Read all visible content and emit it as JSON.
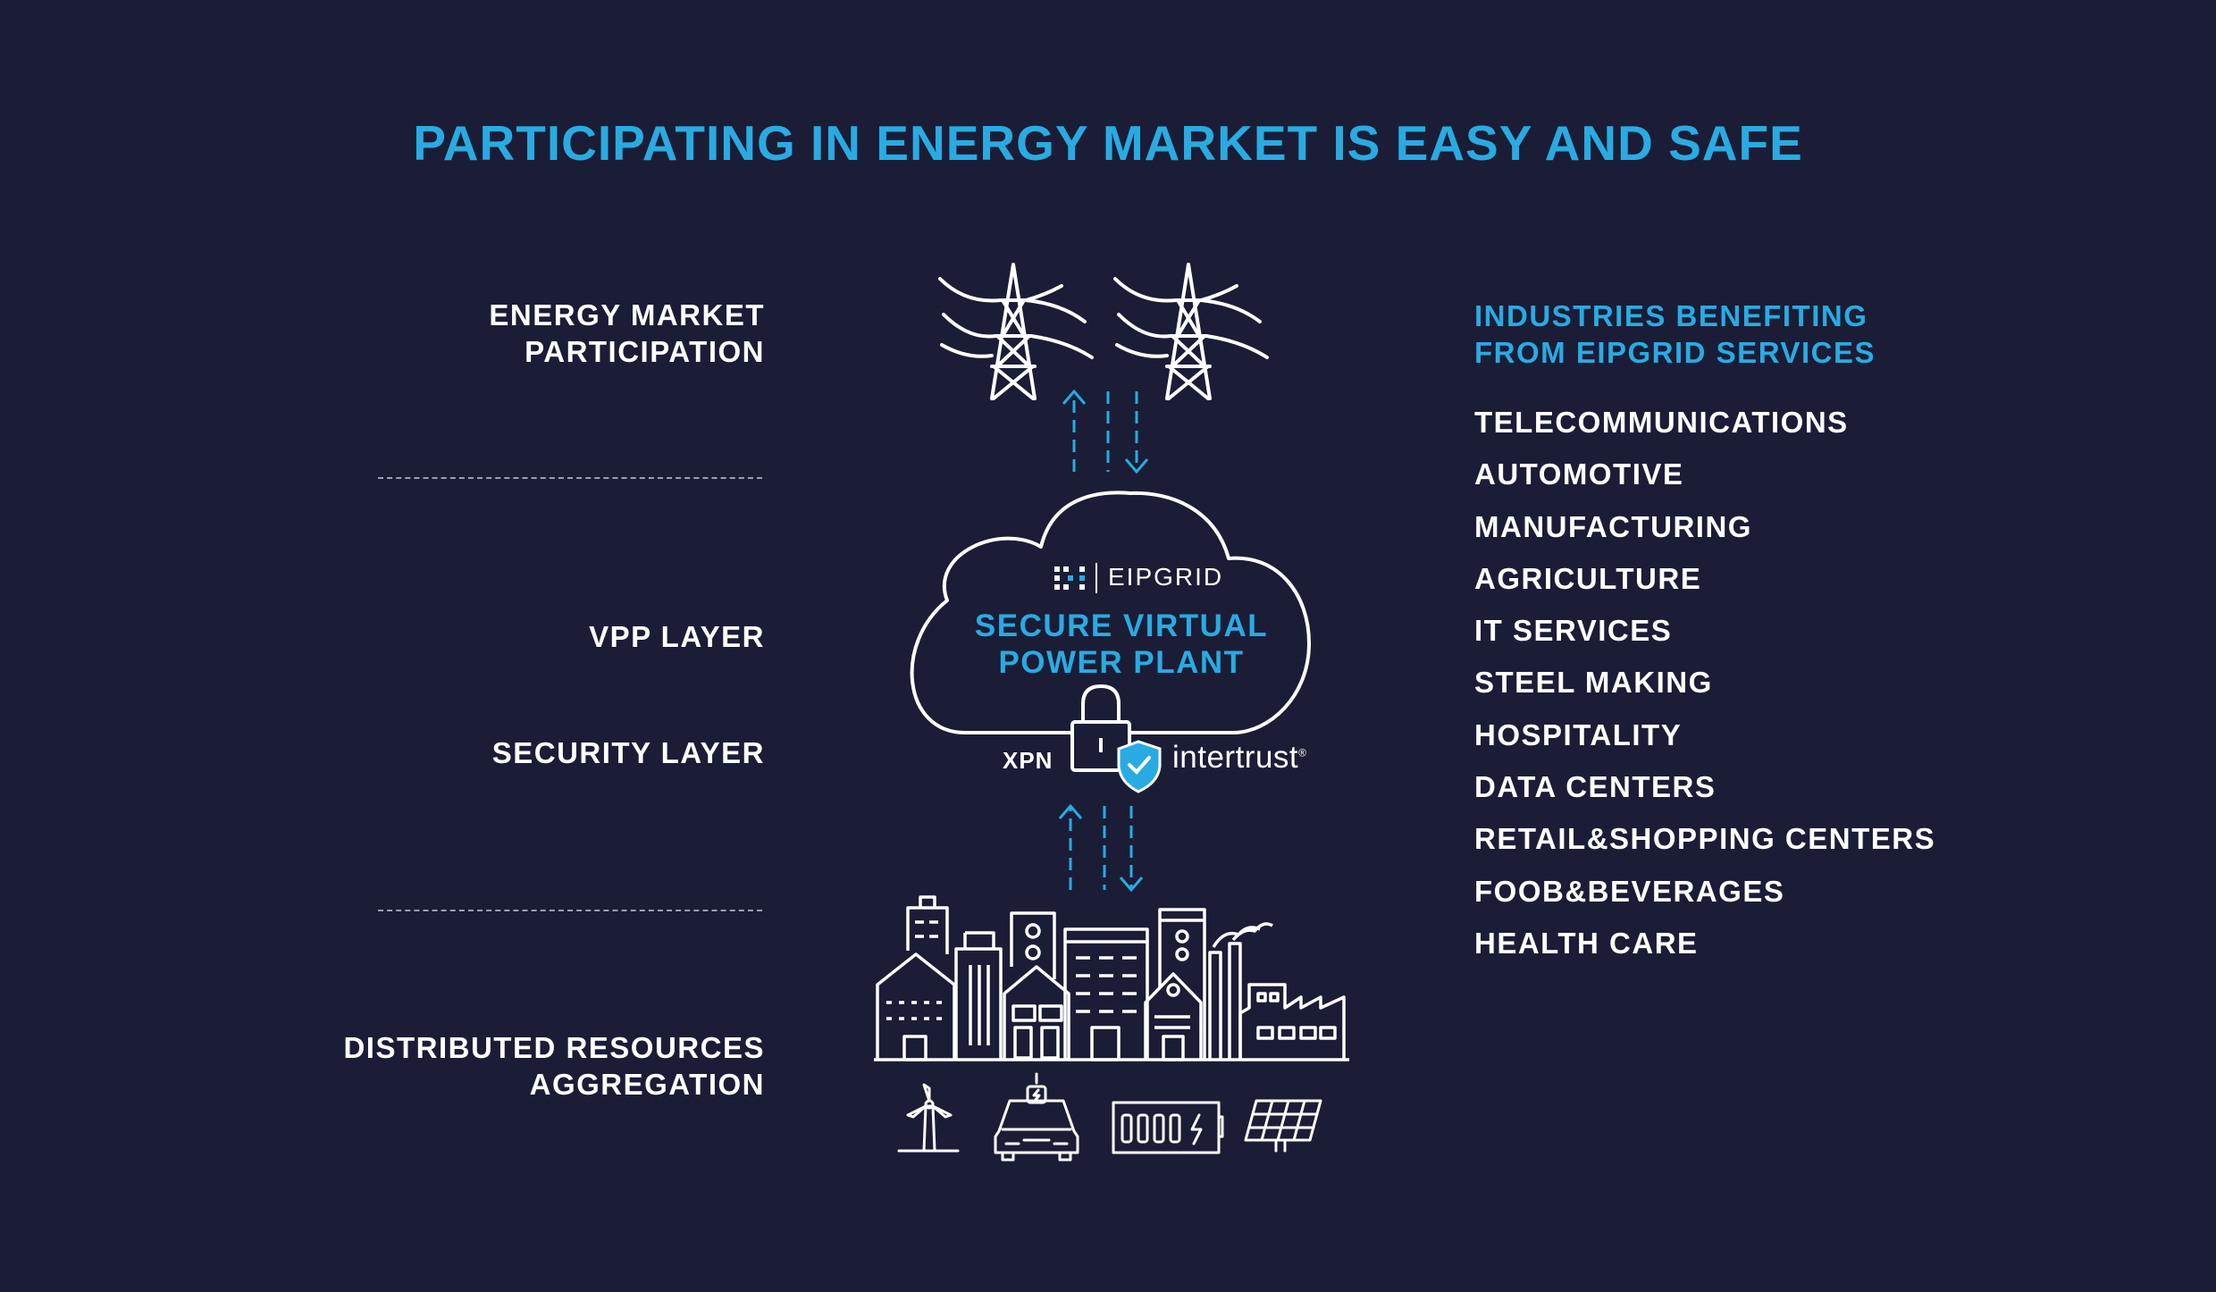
{
  "title": "PARTICIPATING IN ENERGY MARKET IS EASY AND SAFE",
  "layers": {
    "energy_market": [
      "ENERGY MARKET",
      "PARTICIPATION"
    ],
    "vpp": "VPP LAYER",
    "security": "SECURITY LAYER",
    "distributed": [
      "DISTRIBUTED RESOURCES",
      "AGGREGATION"
    ]
  },
  "cloud": {
    "brand": "EIPGRID",
    "title": [
      "SECURE VIRTUAL",
      "POWER PLANT"
    ],
    "xpn": "XPN",
    "intertrust": "intertrust"
  },
  "industries": {
    "heading": [
      "INDUSTRIES BENEFITING",
      "FROM EIPGRID SERVICES"
    ],
    "items": [
      "TELECOMMUNICATIONS",
      "AUTOMOTIVE",
      "MANUFACTURING",
      "AGRICULTURE",
      "IT SERVICES",
      "STEEL MAKING",
      "HOSPITALITY",
      "DATA CENTERS",
      "RETAIL&SHOPPING CENTERS",
      "FOOB&BEVERAGES",
      "HEALTH CARE"
    ]
  },
  "icons": [
    "power-tower-icon",
    "cloud-icon",
    "lock-icon",
    "shield-check-icon",
    "city-icon",
    "factory-icon",
    "wind-turbine-icon",
    "electric-car-icon",
    "battery-icon",
    "solar-panel-icon"
  ],
  "colors": {
    "background": "#1b1d37",
    "accent": "#29abe2",
    "text": "#ffffff"
  }
}
